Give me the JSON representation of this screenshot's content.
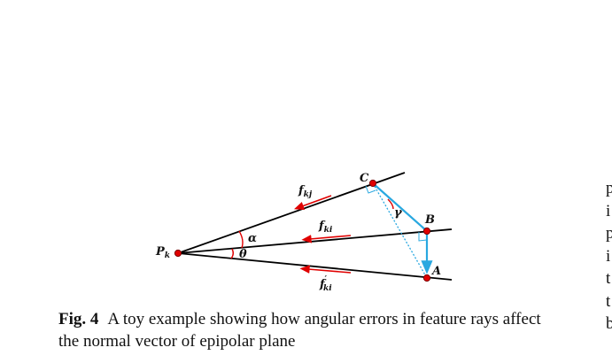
{
  "figure": {
    "labels": {
      "p": "P",
      "p_sub": "k",
      "c": "C",
      "b": "B",
      "a": "A",
      "alpha": "α",
      "theta": "θ",
      "gamma": "γ",
      "f": "f",
      "f_kj_sub": "kj",
      "f_ki_sub": "ki",
      "f_ki_prime_sub": "ki",
      "prime": "′"
    },
    "colors": {
      "ray": "#000000",
      "point": "#e00000",
      "point_outline": "#7a0000",
      "cyan": "#29a8e0",
      "red_arrow": "#e00000",
      "angle_arc": "#e00000"
    }
  },
  "caption": {
    "label": "Fig. 4",
    "text": "A toy example showing how angular errors in feature rays affect the normal vector of epipolar plane"
  },
  "right_column": {
    "letters": [
      "p",
      "i",
      "p",
      "i",
      "t",
      "t",
      "b"
    ]
  }
}
